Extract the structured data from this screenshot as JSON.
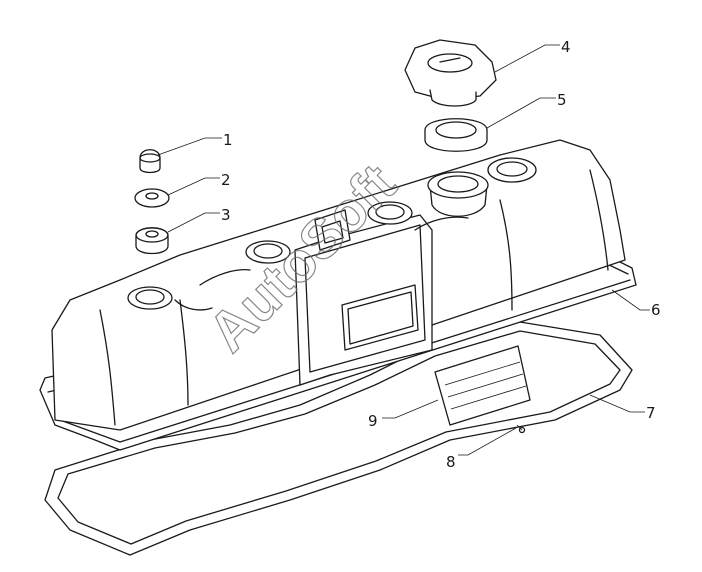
{
  "callouts": [
    {
      "id": "1",
      "label": "1"
    },
    {
      "id": "2",
      "label": "2"
    },
    {
      "id": "3",
      "label": "3"
    },
    {
      "id": "4",
      "label": "4"
    },
    {
      "id": "5",
      "label": "5"
    },
    {
      "id": "6",
      "label": "6"
    },
    {
      "id": "7",
      "label": "7"
    },
    {
      "id": "8",
      "label": "8"
    },
    {
      "id": "9",
      "label": "9"
    }
  ],
  "watermark": "AutoSoft"
}
